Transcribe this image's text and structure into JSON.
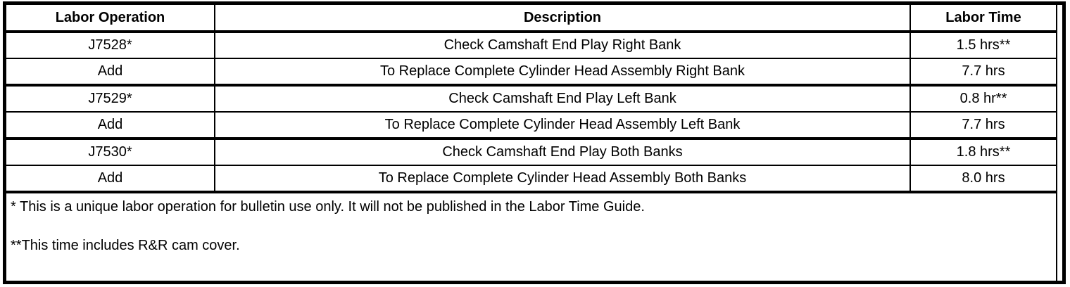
{
  "table": {
    "headers": [
      "Labor Operation",
      "Description",
      "Labor Time"
    ],
    "rows": [
      {
        "operation": "J7528*",
        "description": "Check Camshaft End Play Right Bank",
        "time": "1.5 hrs**"
      },
      {
        "operation": "Add",
        "description": "To Replace Complete Cylinder Head Assembly Right Bank",
        "time": "7.7 hrs"
      },
      {
        "operation": "J7529*",
        "description": "Check Camshaft End Play Left Bank",
        "time": "0.8 hr**"
      },
      {
        "operation": "Add",
        "description": "To Replace Complete Cylinder Head Assembly Left Bank",
        "time": "7.7 hrs"
      },
      {
        "operation": "J7530*",
        "description": "Check Camshaft End Play Both Banks",
        "time": "1.8 hrs**"
      },
      {
        "operation": "Add",
        "description": "To Replace Complete Cylinder Head Assembly Both Banks",
        "time": "8.0 hrs"
      }
    ]
  },
  "notes": [
    "* This is a unique labor operation for bulletin use only. It will not be published in the Labor Time Guide.",
    "**This time includes R&R cam cover."
  ],
  "colors": {
    "border": "#000000",
    "background": "#ffffff",
    "text": "#000000"
  }
}
